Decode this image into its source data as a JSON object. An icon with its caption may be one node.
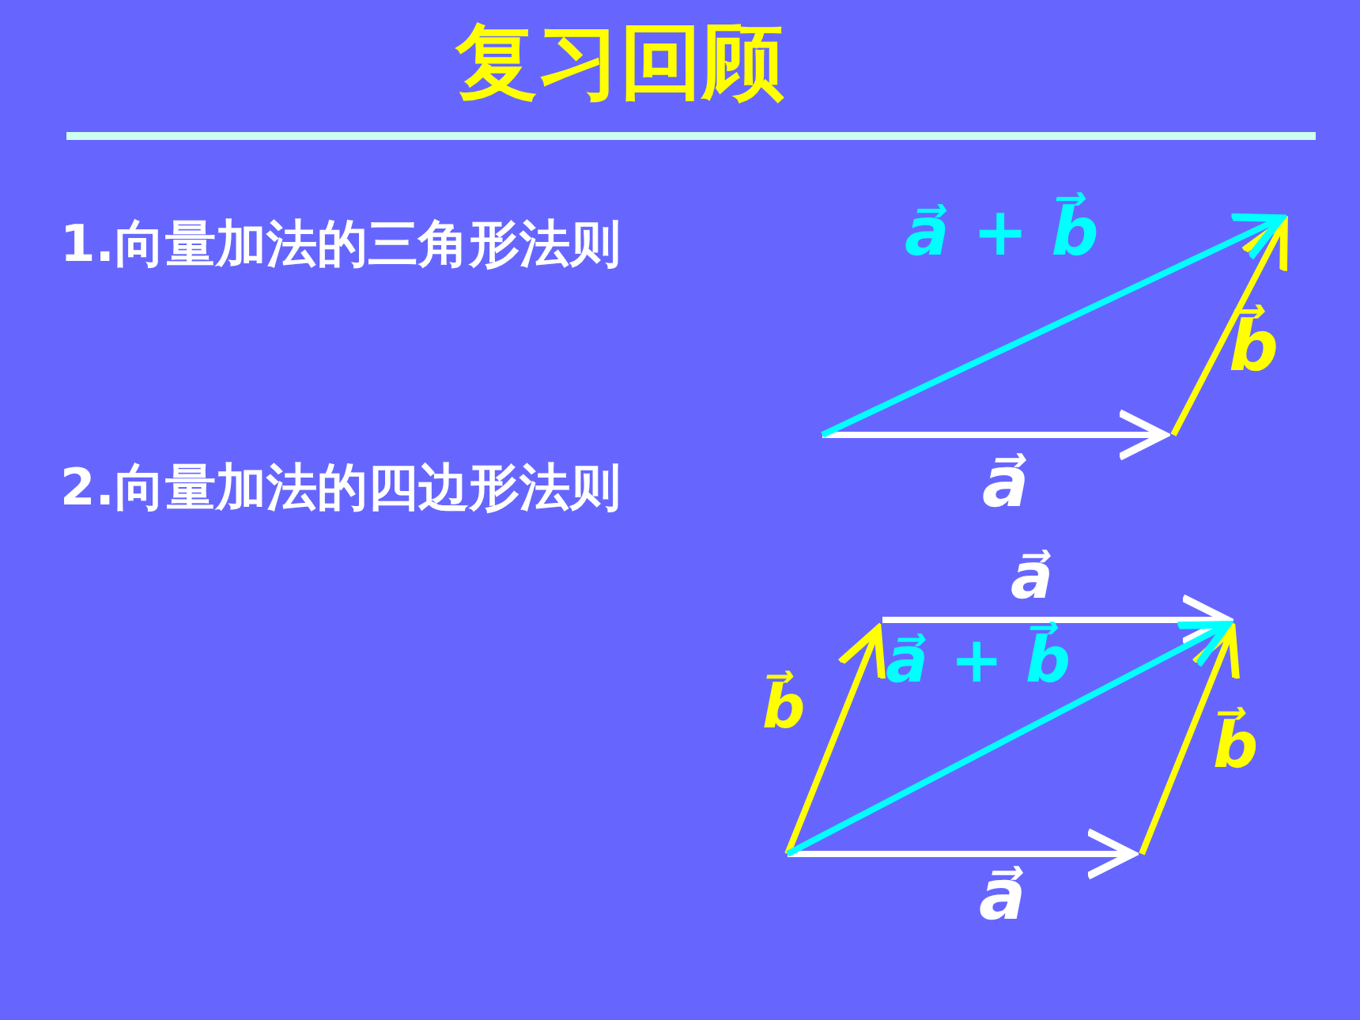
{
  "diagram": {
    "title": "复习回顾",
    "labels": [
      "1.向量加法的三角形法则",
      "a⃗ + b⃗",
      "b⃗",
      "2.向量加法的四边形法则",
      "a⃗",
      "a⃗",
      "b⃗",
      "a⃗ + b⃗",
      "b⃗",
      "a⃗"
    ]
  }
}
